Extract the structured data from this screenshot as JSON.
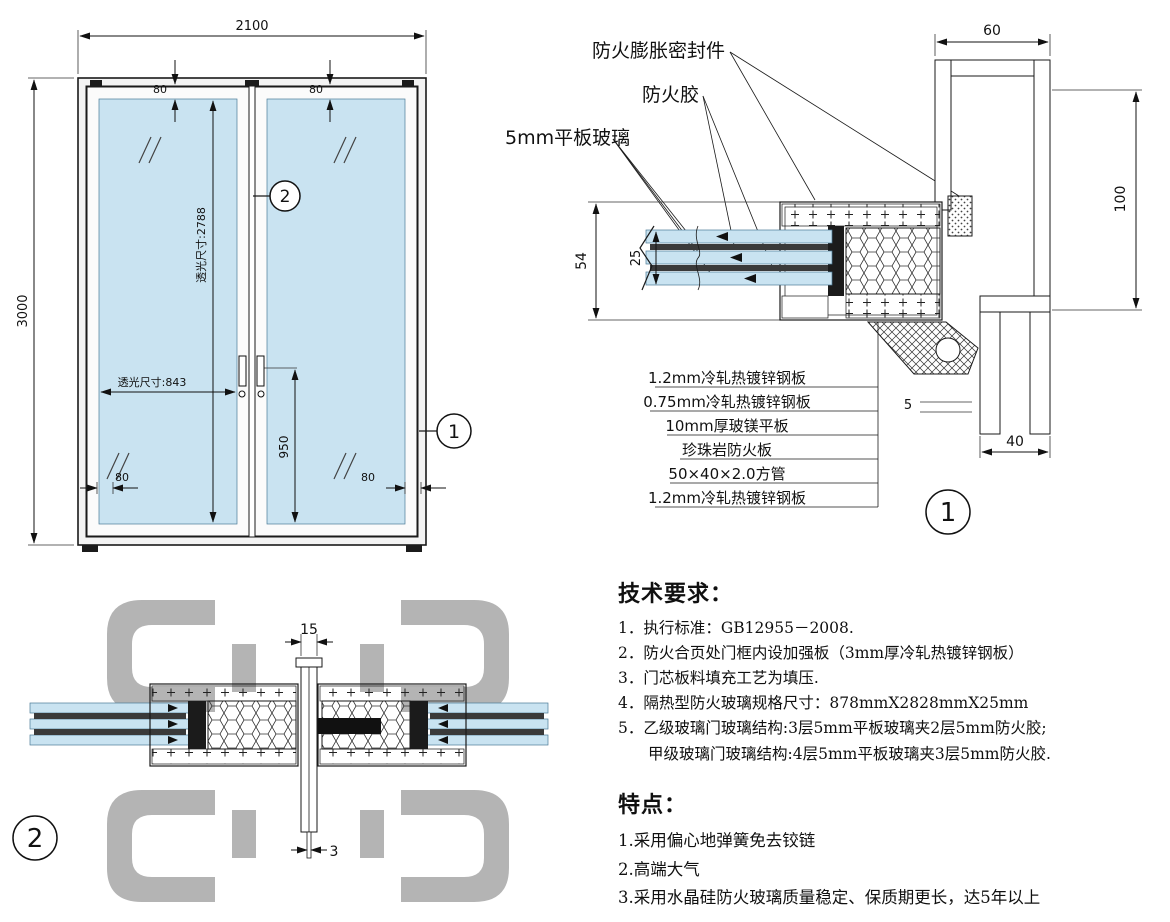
{
  "colors": {
    "glass": "#c9e3f1",
    "handle": "#b4b4b4",
    "line": "#1a1a1a"
  },
  "elevation": {
    "dim_width": "2100",
    "dim_height": "3000",
    "dim_top_left_rail": "80",
    "dim_top_right_rail": "80",
    "dim_bottom_left_rail": "80",
    "dim_bottom_right_rail": "80",
    "dim_clear_height": "透光尺寸:2788",
    "dim_clear_width": "透光尺寸:843",
    "dim_handle_height": "950",
    "callout_detail1": "1",
    "callout_detail2": "2"
  },
  "detail1": {
    "label_expansion_seal": "防火膨胀密封件",
    "label_fire_glue": "防火胶",
    "label_flat_glass": "5mm平板玻璃",
    "dim_frame_width": "60",
    "dim_frame_depth": "100",
    "dim_leaf_thickness": "54",
    "dim_glass_thickness": "25",
    "dim_gap": "5",
    "dim_flange": "40",
    "materials": [
      "1.2mm冷轧热镀锌钢板",
      "0.75mm冷轧热镀锌钢板",
      "10mm厚玻镁平板",
      "珍珠岩防火板",
      "50×40×2.0方管",
      "1.2mm冷轧热镀锌钢板"
    ],
    "callout": "1"
  },
  "detail2": {
    "dim_astragal_overlap": "15",
    "dim_astragal_plate": "3",
    "callout": "2"
  },
  "tech": {
    "title": "技术要求：",
    "items": [
      "1．执行标准：GB12955－2008.",
      "2．防火合页处门框内设加强板（3mm厚冷轧热镀锌钢板）",
      "3．门芯板料填充工艺为填压.",
      "4．隔热型防火玻璃规格尺寸：878mmX2828mmX25mm",
      "5．乙级玻璃门玻璃结构:3层5mm平板玻璃夹2层5mm防火胶;",
      "甲级玻璃门玻璃结构:4层5mm平板玻璃夹3层5mm防火胶."
    ]
  },
  "features": {
    "title": "特点：",
    "items": [
      "1.采用偏心地弹簧免去铰链",
      "2.高端大气",
      "3.采用水晶硅防火玻璃质量稳定、保质期更长，达5年以上"
    ]
  }
}
